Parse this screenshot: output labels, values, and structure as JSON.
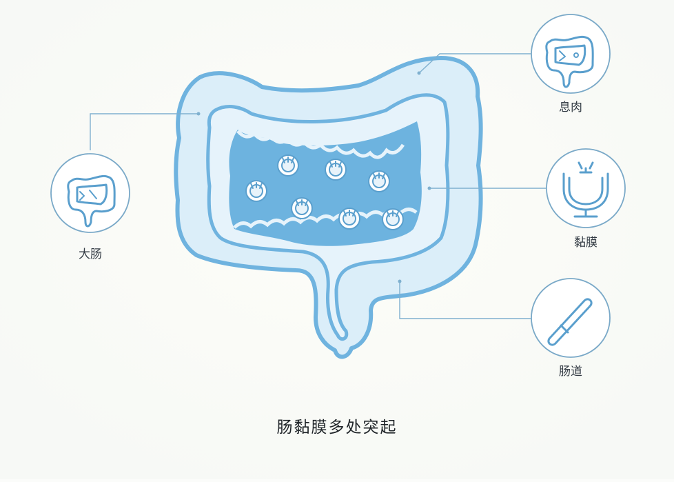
{
  "diagram": {
    "caption": "肠黏膜多处突起",
    "callouts": [
      {
        "id": "large-intestine",
        "label": "大肠",
        "icon": "colon-icon"
      },
      {
        "id": "polyp",
        "label": "息肉",
        "icon": "colon-polyp-icon"
      },
      {
        "id": "mucosa",
        "label": "黏膜",
        "icon": "mucosa-cup-icon"
      },
      {
        "id": "intestinal-tract",
        "label": "肠道",
        "icon": "tube-icon"
      }
    ],
    "colors": {
      "outline": "#6fb3df",
      "wall_fill": "#dbeef9",
      "lumen_fill": "#6db3df",
      "icon_stroke": "#5a9fcd",
      "circle_stroke": "#7aa9c8",
      "leader_line": "#7fb0cf"
    }
  }
}
